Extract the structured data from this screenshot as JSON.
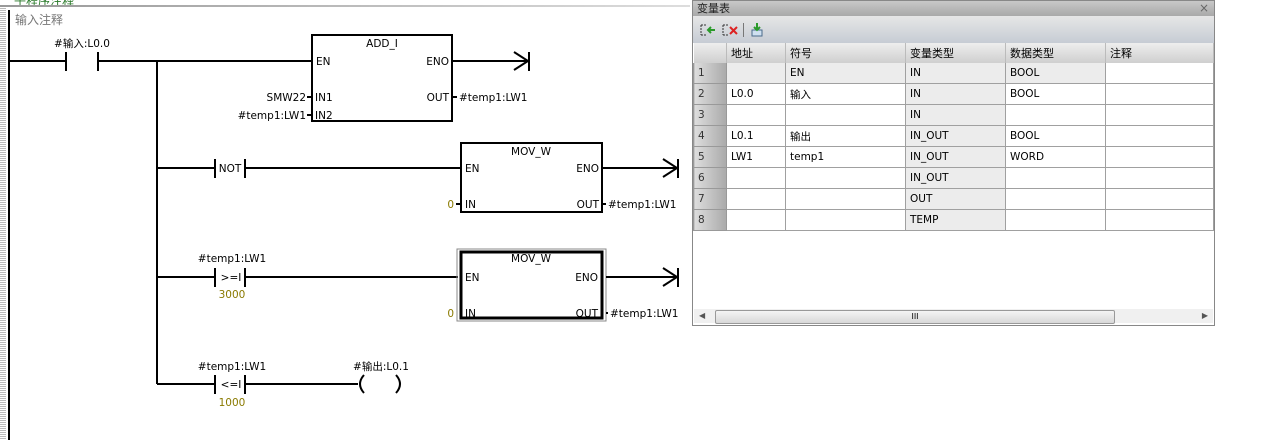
{
  "editor": {
    "subroutine_comment": "子程序注释",
    "network_comment": "输入注释",
    "rung1": {
      "contact_label": "#输入:L0.0",
      "box_title": "ADD_I",
      "en": "EN",
      "eno": "ENO",
      "in1_pin": "IN1",
      "in2_pin": "IN2",
      "out_pin": "OUT",
      "in1_value": "SMW22",
      "in2_value": "#temp1:LW1",
      "out_value": "#temp1:LW1"
    },
    "rung2": {
      "contact_text": "NOT",
      "box_title": "MOV_W",
      "en": "EN",
      "eno": "ENO",
      "in_pin": "IN",
      "out_pin": "OUT",
      "in_value": "0",
      "out_value": "#temp1:LW1"
    },
    "rung3": {
      "contact_label": "#temp1:LW1",
      "contact_op": ">=I",
      "contact_value": "3000",
      "box_title": "MOV_W",
      "en": "EN",
      "eno": "ENO",
      "in_pin": "IN",
      "out_pin": "OUT",
      "in_value": "0",
      "out_value": "#temp1:LW1"
    },
    "rung4": {
      "contact_label": "#temp1:LW1",
      "contact_op": "<=I",
      "contact_value": "1000",
      "coil_label": "#输出:L0.1"
    },
    "constant_color": "#8a7a00"
  },
  "var_table": {
    "title": "变量表",
    "close": "×",
    "toolbar": {
      "insert": "insert-row-icon",
      "delete": "delete-row-icon",
      "import": "import-icon"
    },
    "columns": [
      "",
      "地址",
      "符号",
      "变量类型",
      "数据类型",
      "注释"
    ],
    "rows": [
      {
        "n": "1",
        "addr": "",
        "symbol": "EN",
        "vartype": "IN",
        "datatype": "BOOL",
        "comment": ""
      },
      {
        "n": "2",
        "addr": "L0.0",
        "symbol": "输入",
        "vartype": "IN",
        "datatype": "BOOL",
        "comment": ""
      },
      {
        "n": "3",
        "addr": "",
        "symbol": "",
        "vartype": "IN",
        "datatype": "",
        "comment": ""
      },
      {
        "n": "4",
        "addr": "L0.1",
        "symbol": "输出",
        "vartype": "IN_OUT",
        "datatype": "BOOL",
        "comment": ""
      },
      {
        "n": "5",
        "addr": "LW1",
        "symbol": "temp1",
        "vartype": "IN_OUT",
        "datatype": "WORD",
        "comment": ""
      },
      {
        "n": "6",
        "addr": "",
        "symbol": "",
        "vartype": "IN_OUT",
        "datatype": "",
        "comment": ""
      },
      {
        "n": "7",
        "addr": "",
        "symbol": "",
        "vartype": "OUT",
        "datatype": "",
        "comment": ""
      },
      {
        "n": "8",
        "addr": "",
        "symbol": "",
        "vartype": "TEMP",
        "datatype": "",
        "comment": ""
      }
    ],
    "scroll_grip": "III"
  }
}
